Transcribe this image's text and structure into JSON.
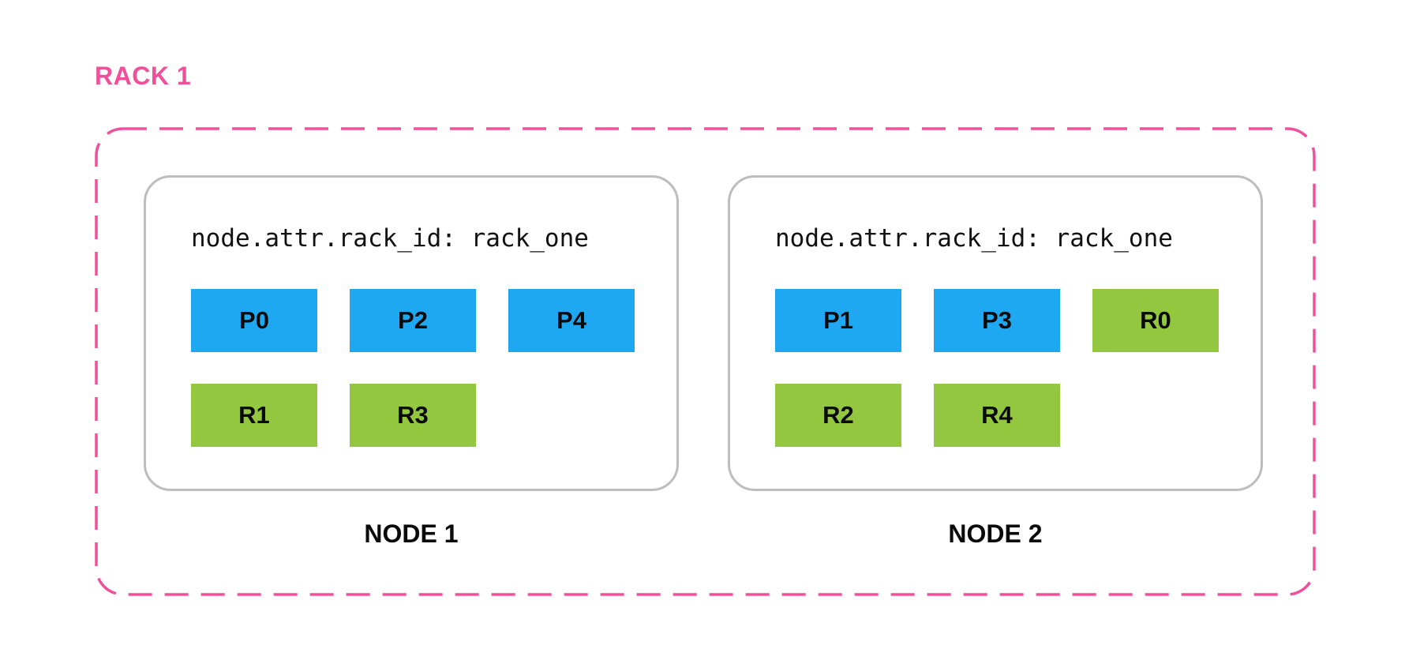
{
  "rack": {
    "label": "RACK 1",
    "border_color": "#f0509a"
  },
  "nodes": [
    {
      "attr": "node.attr.rack_id: rack_one",
      "label": "NODE 1",
      "shards": [
        {
          "name": "P0",
          "type": "primary"
        },
        {
          "name": "P2",
          "type": "primary"
        },
        {
          "name": "P4",
          "type": "primary"
        },
        {
          "name": "R1",
          "type": "replica"
        },
        {
          "name": "R3",
          "type": "replica"
        }
      ]
    },
    {
      "attr": "node.attr.rack_id: rack_one",
      "label": "NODE 2",
      "shards": [
        {
          "name": "P1",
          "type": "primary"
        },
        {
          "name": "P3",
          "type": "primary"
        },
        {
          "name": "R0",
          "type": "replica"
        },
        {
          "name": "R2",
          "type": "replica"
        },
        {
          "name": "R4",
          "type": "replica"
        }
      ]
    }
  ],
  "colors": {
    "primary": "#1ea8f2",
    "replica": "#93c73f",
    "node_border": "#bdbdbd"
  }
}
